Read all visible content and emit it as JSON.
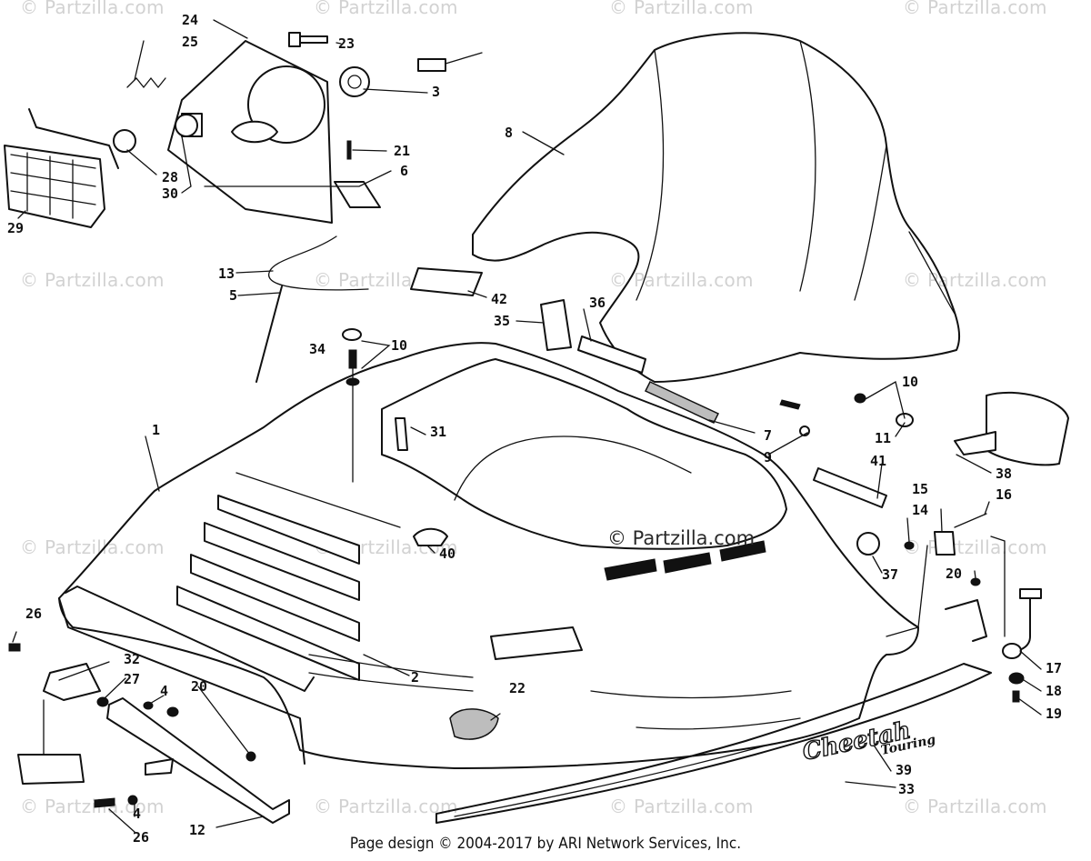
{
  "watermark": "© Partzilla.com",
  "center_watermark": "© Partzilla.com",
  "decal": {
    "line1": "Cheetah",
    "line2": "Touring"
  },
  "footer": "Page design © 2004-2017 by ARI Network Services, Inc.",
  "callouts": {
    "c1": "1",
    "c2": "2",
    "c3": "3",
    "c4a": "4",
    "c4b": "4",
    "c5": "5",
    "c6": "6",
    "c7": "7",
    "c8": "8",
    "c9": "9",
    "c10a": "10",
    "c10b": "10",
    "c11": "11",
    "c12": "12",
    "c13": "13",
    "c14": "14",
    "c15": "15",
    "c16": "16",
    "c17": "17",
    "c18": "18",
    "c19": "19",
    "c20a": "20",
    "c20b": "20",
    "c21": "21",
    "c22": "22",
    "c23": "23",
    "c24": "24",
    "c25": "25",
    "c26a": "26",
    "c26b": "26",
    "c27": "27",
    "c28": "28",
    "c29": "29",
    "c30": "30",
    "c31": "31",
    "c32": "32",
    "c33": "33",
    "c34": "34",
    "c35": "35",
    "c36": "36",
    "c37": "37",
    "c38": "38",
    "c39": "39",
    "c40": "40",
    "c41": "41",
    "c42": "42"
  }
}
